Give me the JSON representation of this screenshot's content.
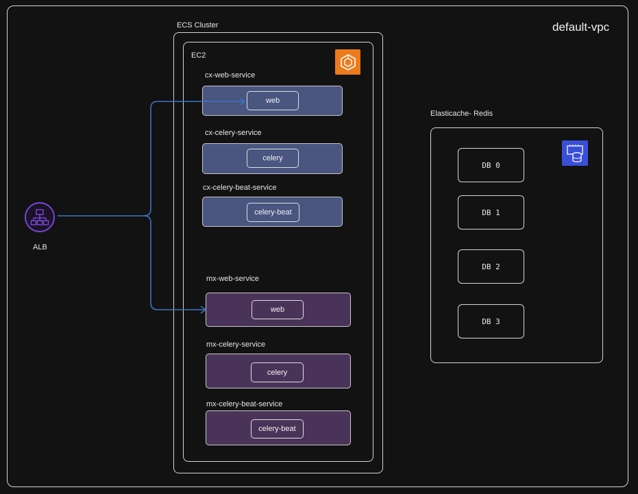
{
  "vpc": {
    "title": "default-vpc"
  },
  "ecs": {
    "title": "ECS Cluster",
    "ec2_label": "EC2",
    "icon": "ecs-icon"
  },
  "cx_services": [
    {
      "name": "cx-web-service",
      "container": "web"
    },
    {
      "name": "cx-celery-service",
      "container": "celery"
    },
    {
      "name": "cx-celery-beat-service",
      "container": "celery-beat"
    }
  ],
  "mx_services": [
    {
      "name": "mx-web-service",
      "container": "web"
    },
    {
      "name": "mx-celery-service",
      "container": "celery"
    },
    {
      "name": "mx-celery-beat-service",
      "container": "celery-beat"
    }
  ],
  "redis": {
    "title": "Elasticache- Redis",
    "icon": "elasticache-redis-icon",
    "dbs": [
      "DB 0",
      "DB 1",
      "DB 2",
      "DB 3"
    ]
  },
  "alb": {
    "label": "ALB",
    "icon": "load-balancer-icon"
  },
  "colors": {
    "background": "#121212",
    "cx_fill": "#4a5580",
    "mx_fill": "#4a3358",
    "connector": "#3d74c4",
    "ecs_icon": "#ec7b1c",
    "redis_icon": "#3a4fd8",
    "alb_icon": "#7b45d6"
  }
}
